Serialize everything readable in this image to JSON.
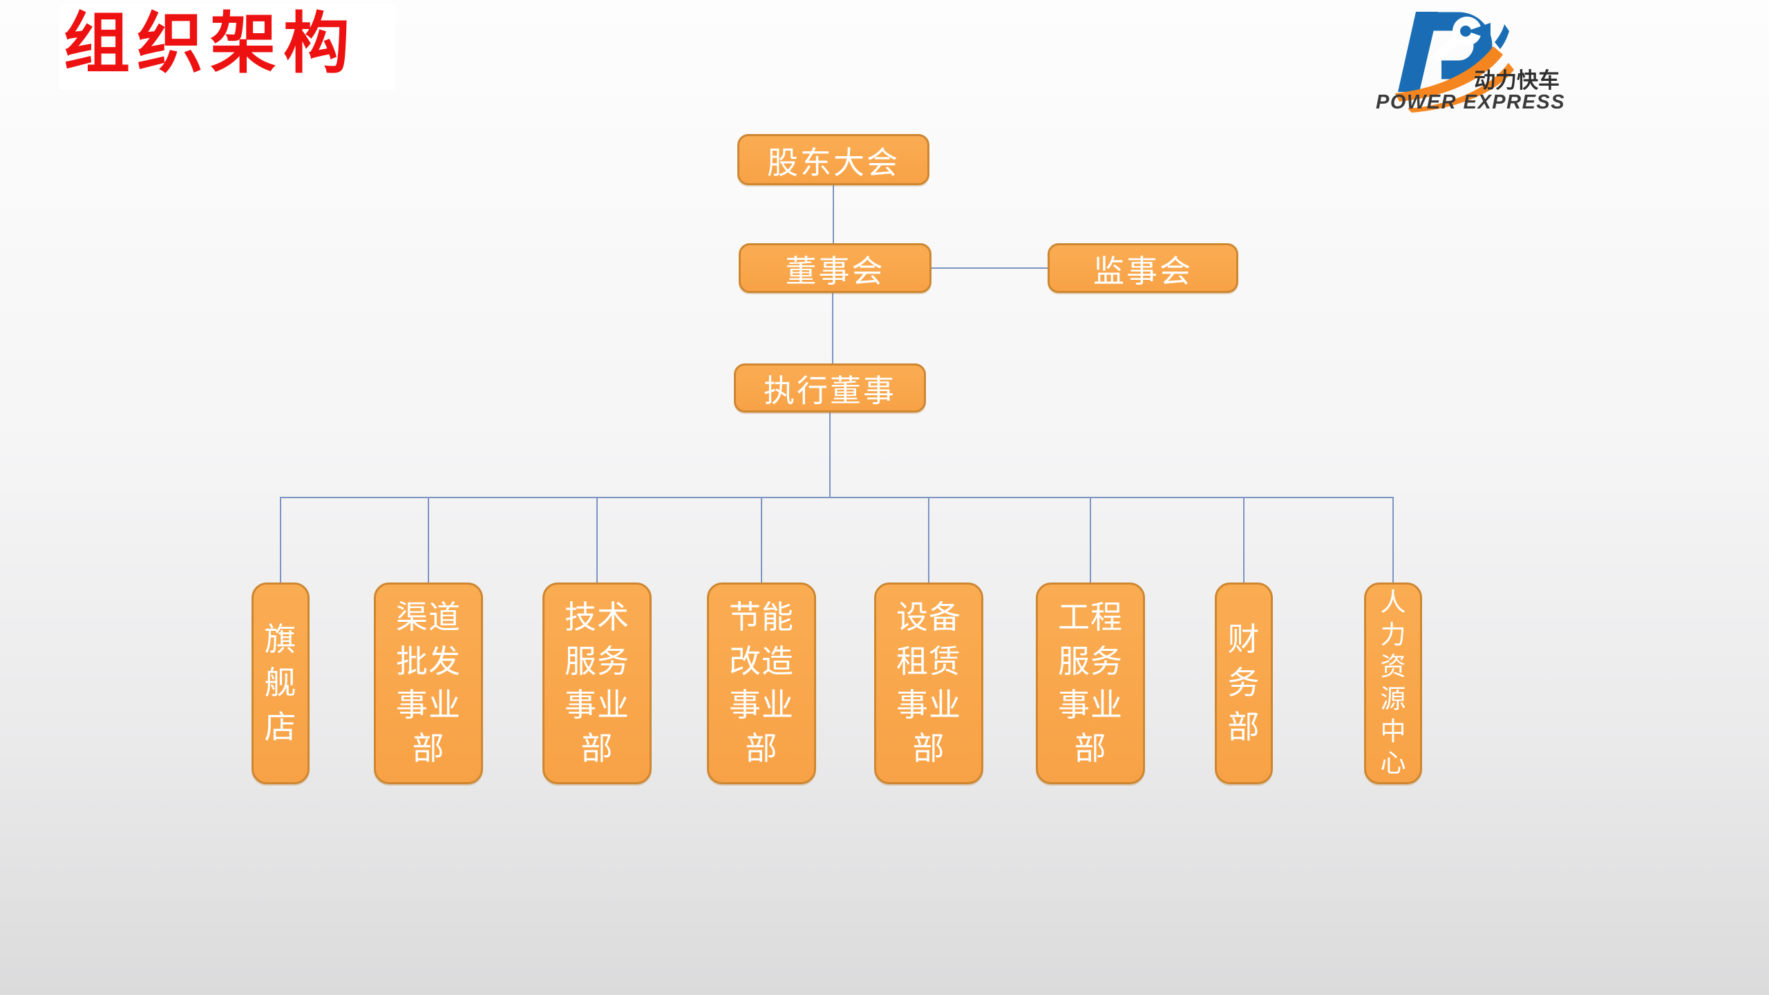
{
  "slide": {
    "title": "组织架构"
  },
  "logo": {
    "icon": "power-express-p-wrench-swoosh-logo",
    "name_zh": "动力快车",
    "name_en": "POWER EXPRESS",
    "blue": "#1A6DB5",
    "orange": "#F5861F",
    "text_color": "#3A3A3A"
  },
  "org_chart": {
    "type": "org-tree",
    "root": {
      "label": "股东大会"
    },
    "level2": {
      "board": {
        "label": "董事会"
      },
      "supervisory": {
        "label": "监事会"
      }
    },
    "level3": {
      "executive": {
        "label": "执行董事"
      }
    },
    "departments": [
      {
        "label": "旗舰店"
      },
      {
        "label": "渠道批发事业部"
      },
      {
        "label": "技术服务事业部"
      },
      {
        "label": "节能改造事业部"
      },
      {
        "label": "设备租赁事业部"
      },
      {
        "label": "工程服务事业部"
      },
      {
        "label": "财务部"
      },
      {
        "label": "人力资源中心"
      }
    ],
    "colors": {
      "node_fill": "#F8A74A",
      "node_border": "#CE8730",
      "node_text": "#FFFFFF",
      "connector": "#7C94C2",
      "title_red": "#EE1111"
    }
  }
}
